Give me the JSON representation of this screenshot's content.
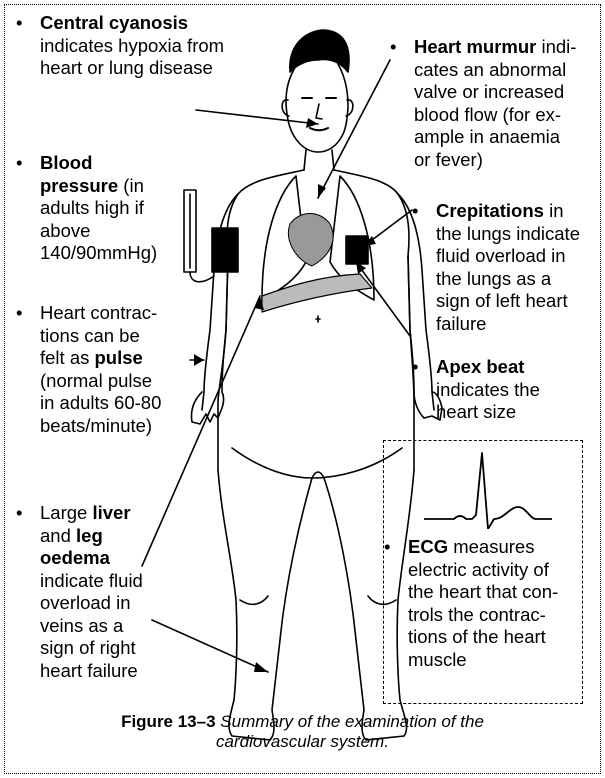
{
  "notes": {
    "cyanosis": {
      "bullet": "•",
      "term": "Central cyanosis",
      "line1": "indicates hypoxia from",
      "line2": "heart or lung disease"
    },
    "bp": {
      "bullet": "•",
      "term1": "Blood",
      "term2": "pressure",
      "tail2": " (in",
      "line3": "adults high if",
      "line4": "above",
      "line5": "140/90mmHg)"
    },
    "pulse": {
      "bullet": "•",
      "line1": "Heart contrac-",
      "line2": "tions can be",
      "pre3": "felt as ",
      "term": "pulse",
      "line4": "(normal pulse",
      "line5": "in adults 60-80",
      "line6": "beats/minute)"
    },
    "liver": {
      "bullet": "•",
      "pre1": "Large ",
      "term1": "liver",
      "pre2": "and ",
      "term2": "leg",
      "term3": "oedema",
      "line4": "indicate fluid",
      "line5": "overload in",
      "line6": "veins as a",
      "line7": "sign of right",
      "line8": "heart failure"
    },
    "murmur": {
      "bullet": "•",
      "term": "Heart murmur",
      "tail1": " indi-",
      "line2": "cates an abnormal",
      "line3": "valve or increased",
      "line4": "blood flow (for ex-",
      "line5": "ample in anaemia",
      "line6": "or fever)"
    },
    "crep": {
      "bullet": "•",
      "term": "Crepitations",
      "tail1": " in",
      "line2": "the lungs indicate",
      "line3": "fluid overload in",
      "line4": "the lungs as a",
      "line5": "sign of left heart",
      "line6": "failure"
    },
    "apex": {
      "bullet": "•",
      "term": "Apex beat",
      "line2": "indicates the",
      "line3": "heart size"
    },
    "ecg": {
      "bullet": "•",
      "term": "ECG",
      "tail1": " measures",
      "line2": "electric activity of",
      "line3": "the heart that con-",
      "line4": "trols the contrac-",
      "line5": "tions of the heart",
      "line6": "muscle"
    }
  },
  "caption": {
    "label": "Figure 13–3",
    "line1": " Summary of the examination of the",
    "line2": "cardiovascular system."
  }
}
